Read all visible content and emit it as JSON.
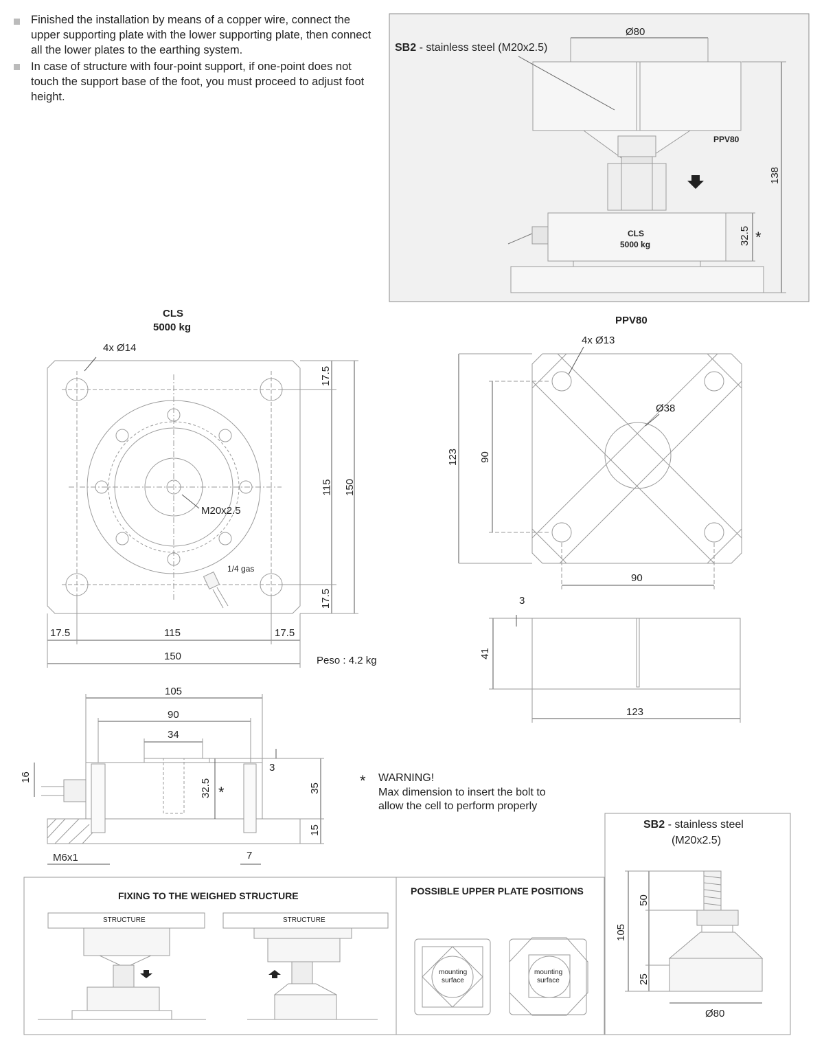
{
  "notes": [
    "Finished the installation by means of a copper wire, connect the upper supporting plate with the lower supporting plate, then connect all the lower plates to the earthing system.",
    "In case of structure with four-point support, if one-point does not touch the support base of the foot, you must proceed to adjust foot height."
  ],
  "assembly": {
    "dia": "Ø80",
    "sb2": "SB2",
    "sb2_desc": " - stainless steel (M20x2.5)",
    "ppv": "PPV80",
    "height": "138",
    "cls": "CLS",
    "capacity": "5000 kg",
    "dim": "32.5",
    "star": "*"
  },
  "cls_top": {
    "title": "CLS",
    "capacity": "5000 kg",
    "holes": "4x Ø14",
    "d_top": "17.5",
    "d_mid": "115",
    "d_total": "150",
    "d_bot": "17.5",
    "thread": "M20x2.5",
    "gas": "1/4 gas",
    "b_left": "17.5",
    "b_mid": "115",
    "b_right": "17.5",
    "b_total": "150",
    "weight": "Peso : 4.2 kg"
  },
  "ppv_top": {
    "title": "PPV80",
    "holes": "4x Ø13",
    "hole_dia": "Ø38",
    "d_total": "123",
    "d_inner": "90",
    "d_bottom": "90",
    "side_slot": "3",
    "side_height": "41",
    "side_width": "123"
  },
  "cls_side": {
    "w105": "105",
    "w90": "90",
    "w34": "34",
    "h16": "16",
    "h3": "3",
    "h32": "32.5",
    "star": "*",
    "h35": "35",
    "h15": "15",
    "m6": "M6x1",
    "w7": "7"
  },
  "warning": {
    "star": "*",
    "title": "WARNING!",
    "line1": "Max dimension to insert the bolt to",
    "line2": "allow the cell to perform properly"
  },
  "sb2": {
    "title": "SB2",
    "desc": " - stainless steel",
    "thread": "(M20x2.5)",
    "h50": "50",
    "h105": "105",
    "h25": "25",
    "dia": "Ø80"
  },
  "fixing": {
    "title": "FIXING TO THE WEIGHED STRUCTURE",
    "structure1": "STRUCTURE",
    "structure2": "STRUCTURE"
  },
  "positions": {
    "title": "POSSIBLE UPPER PLATE POSITIONS",
    "label1a": "mounting",
    "label1b": "surface",
    "label2a": "mounting",
    "label2b": "surface"
  }
}
